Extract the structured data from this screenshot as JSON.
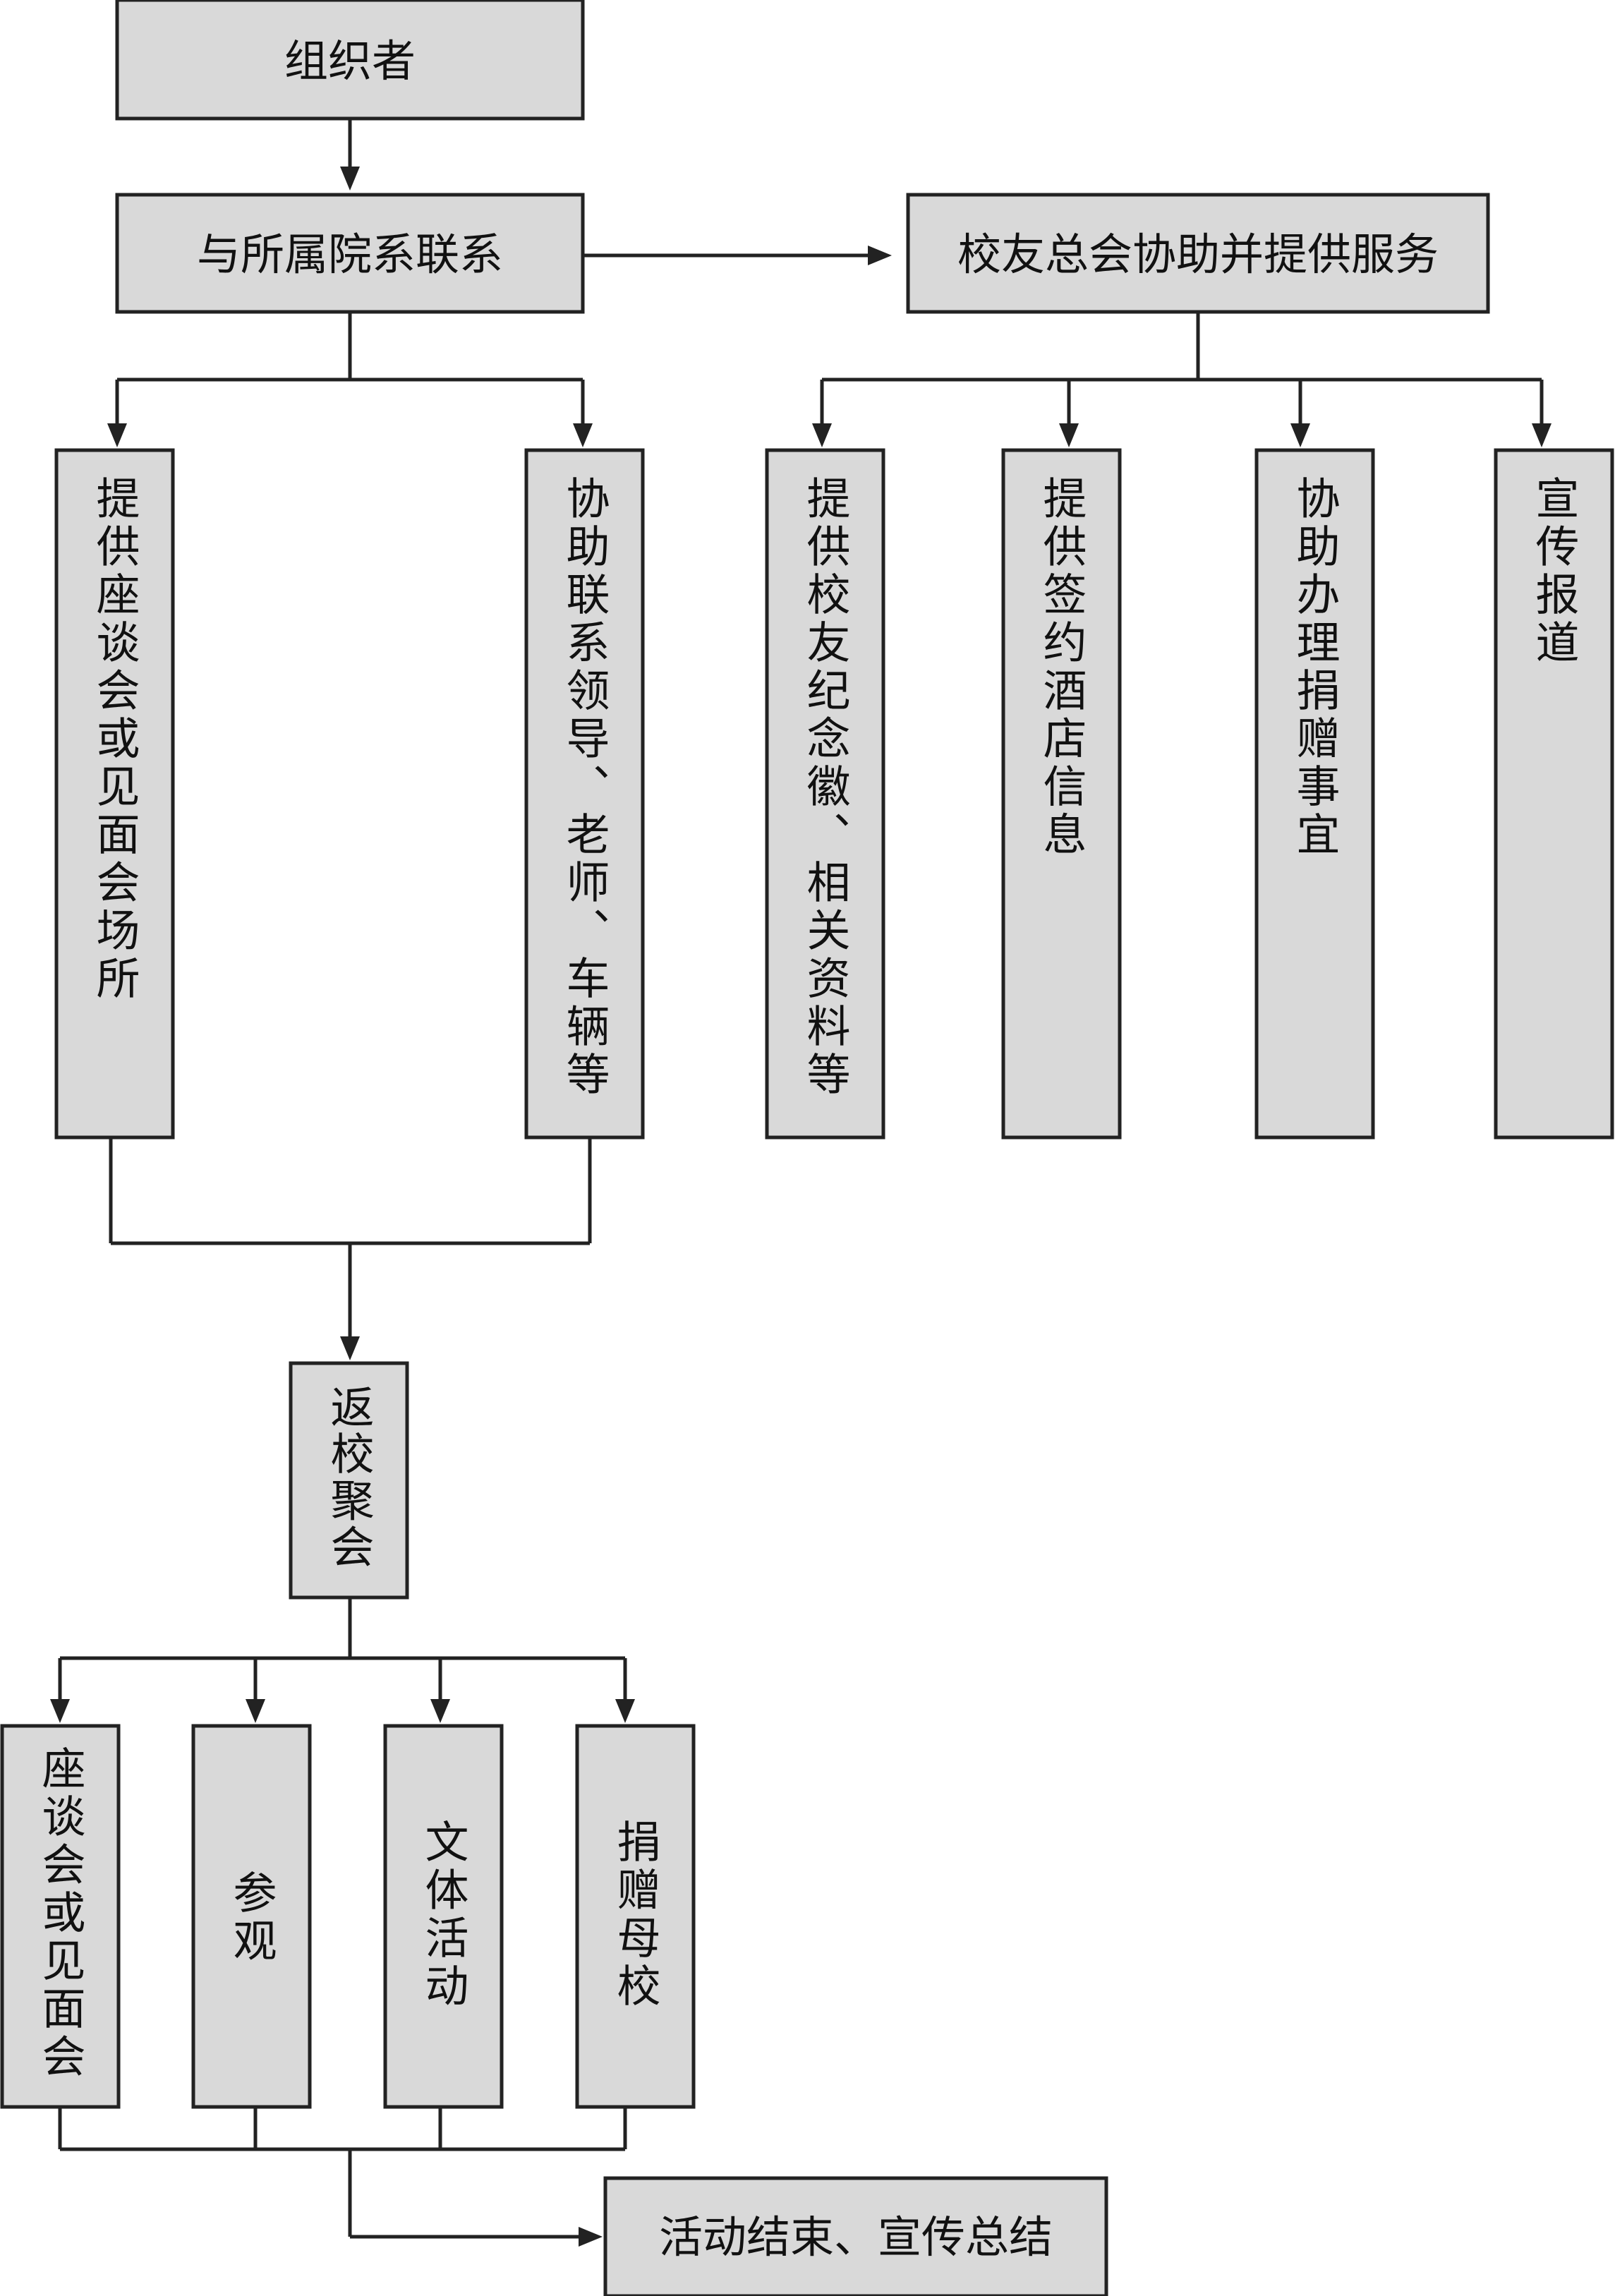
{
  "nodes": {
    "organizer": "组织者",
    "contact_department": "与所属院系联系",
    "alumni_assist": "校友总会协助并提供服务",
    "venue": "提供座谈会或见面会场所",
    "contact_leaders": "协助联系领导、老师、车辆等",
    "souvenirs": "提供校友纪念徽、相关资料等",
    "hotel_info": "提供签约酒店信息",
    "donation_handling": "协助办理捐赠事宜",
    "publicity": "宣传报道",
    "reunion": "返校聚会",
    "meeting": "座谈会或见面会",
    "visit": "参观",
    "recreation": "文体活动",
    "donate": "捐赠母校",
    "finish": "活动结束、宣传总结"
  },
  "colors": {
    "box_fill": "#d9d9d9",
    "stroke": "#222222",
    "text": "#111111"
  }
}
